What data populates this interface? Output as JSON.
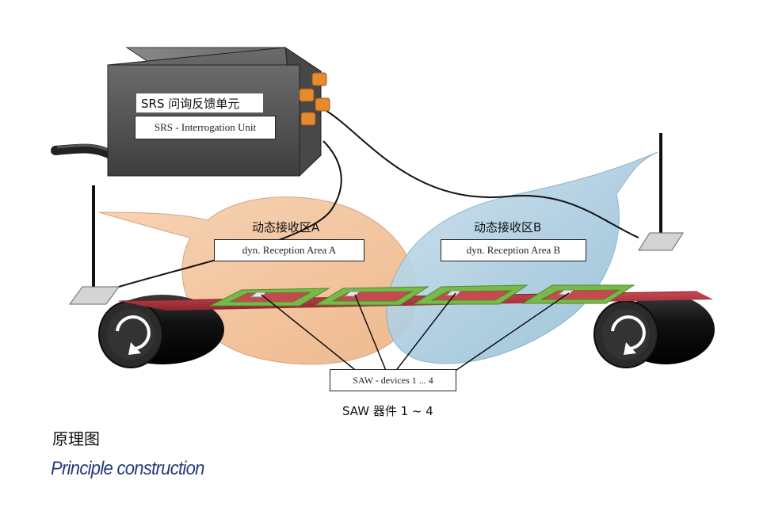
{
  "unit": {
    "label_cn": "SRS 问询反馈单元",
    "label_en": "SRS - Interrogation Unit"
  },
  "area_a": {
    "label_cn": "动态接收区A",
    "label_en": "dyn. Reception Area   A"
  },
  "area_b": {
    "label_cn": "动态接收区B",
    "label_en": "dyn. Reception Area   B"
  },
  "saw": {
    "label_en": "SAW - devices  1 ... 4",
    "label_cn": "SAW 器件 1 ~ 4"
  },
  "caption": {
    "title_cn": "原理图",
    "title_en": "Principle construction"
  },
  "colors": {
    "area_a": "#f4c9a6",
    "area_b": "#a9cbe0",
    "belt": "#b2353f",
    "antenna_frame": "#7ab84a",
    "box_body": "#5a5a5a",
    "connector": "#e58a2e",
    "caption_en": "#233b7a"
  }
}
